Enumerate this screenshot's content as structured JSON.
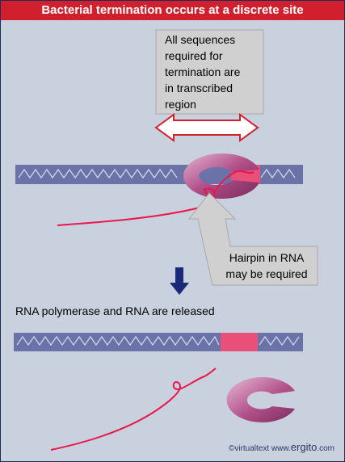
{
  "title": "Bacterial termination occurs at a discrete site",
  "box_text": [
    "All sequences",
    "required for",
    "termination are",
    "in transcribed",
    "region"
  ],
  "hairpin_text": [
    "Hairpin in RNA",
    "may be required"
  ],
  "released_text": "RNA polymerase and RNA are released",
  "credit_prefix": "©virtualtext  www.",
  "credit_brand": "ergito",
  "credit_suffix": ".com",
  "colors": {
    "title_bg": "#d1202d",
    "background": "#c9d1df",
    "dna": "#6a72a8",
    "rna": "#e8174a",
    "polymerase": "#b04e88",
    "arrow_down": "#1b2a78"
  }
}
